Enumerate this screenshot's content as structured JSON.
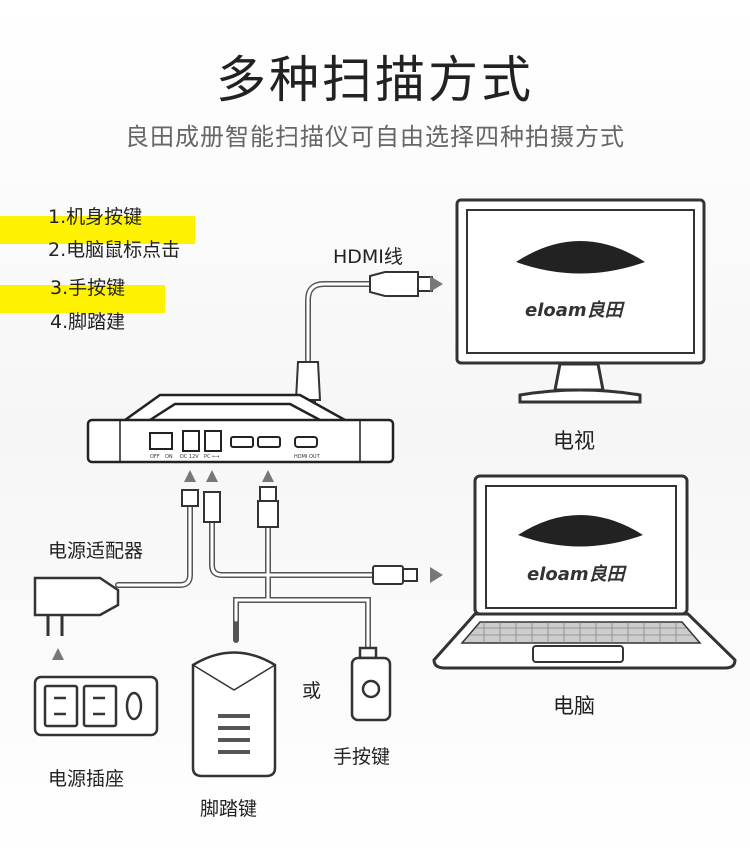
{
  "header": {
    "title": "多种扫描方式",
    "subtitle": "良田成册智能扫描仪可自由选择四种拍摄方式"
  },
  "methods": [
    "1.机身按键",
    "2.电脑鼠标点击",
    "3.手按键",
    "4.脚踏建"
  ],
  "labels": {
    "hdmi_cable": "HDMI线",
    "tv": "电视",
    "computer": "电脑",
    "power_adapter": "电源适配器",
    "power_outlet": "电源插座",
    "foot_pedal": "脚踏键",
    "or": "或",
    "hand_button": "手按键"
  },
  "device_ports": {
    "switch_off": "OFF",
    "switch_on": "ON",
    "dc": "DC 12V",
    "pc": "PC ⟷",
    "hdmi_out": "HDMI OUT"
  },
  "brand": {
    "logo_text": "eloam良田"
  },
  "colors": {
    "highlight": "#fff200",
    "line": "#555555"
  }
}
